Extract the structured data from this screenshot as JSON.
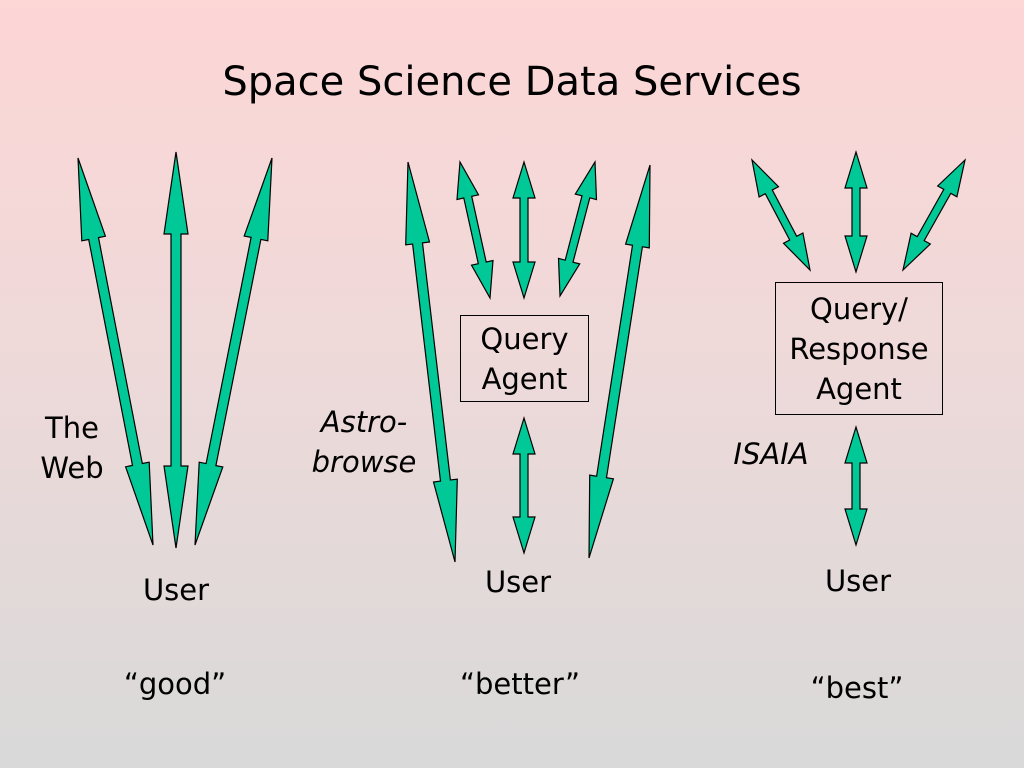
{
  "title": "Space Science Data Services",
  "arrow_color": "#00c896",
  "panels": [
    {
      "id": "web",
      "side_label": "The\nWeb",
      "user_label": "User",
      "rating": "“good”"
    },
    {
      "id": "astrobrowse",
      "side_label": "Astro-\nbrowse",
      "agent_label": "Query\nAgent",
      "user_label": "User",
      "rating": "“better”"
    },
    {
      "id": "isaia",
      "side_label": "ISAIA",
      "agent_label": "Query/\nResponse\nAgent",
      "user_label": "User",
      "rating": "“best”"
    }
  ]
}
